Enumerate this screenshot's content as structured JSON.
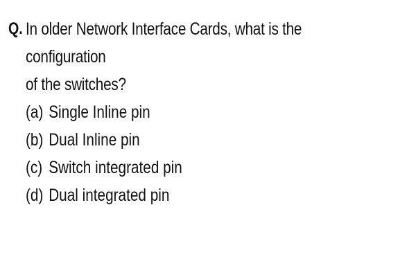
{
  "question": {
    "label": "Q.",
    "text_line1": "In older Network Interface Cards, what is the configuration",
    "text_line2": "of the switches?",
    "options": [
      {
        "letter": "(a)",
        "text": "Single Inline pin"
      },
      {
        "letter": "(b)",
        "text": "Dual Inline pin"
      },
      {
        "letter": "(c)",
        "text": "Switch integrated pin"
      },
      {
        "letter": "(d)",
        "text": "Dual integrated pin"
      }
    ]
  }
}
